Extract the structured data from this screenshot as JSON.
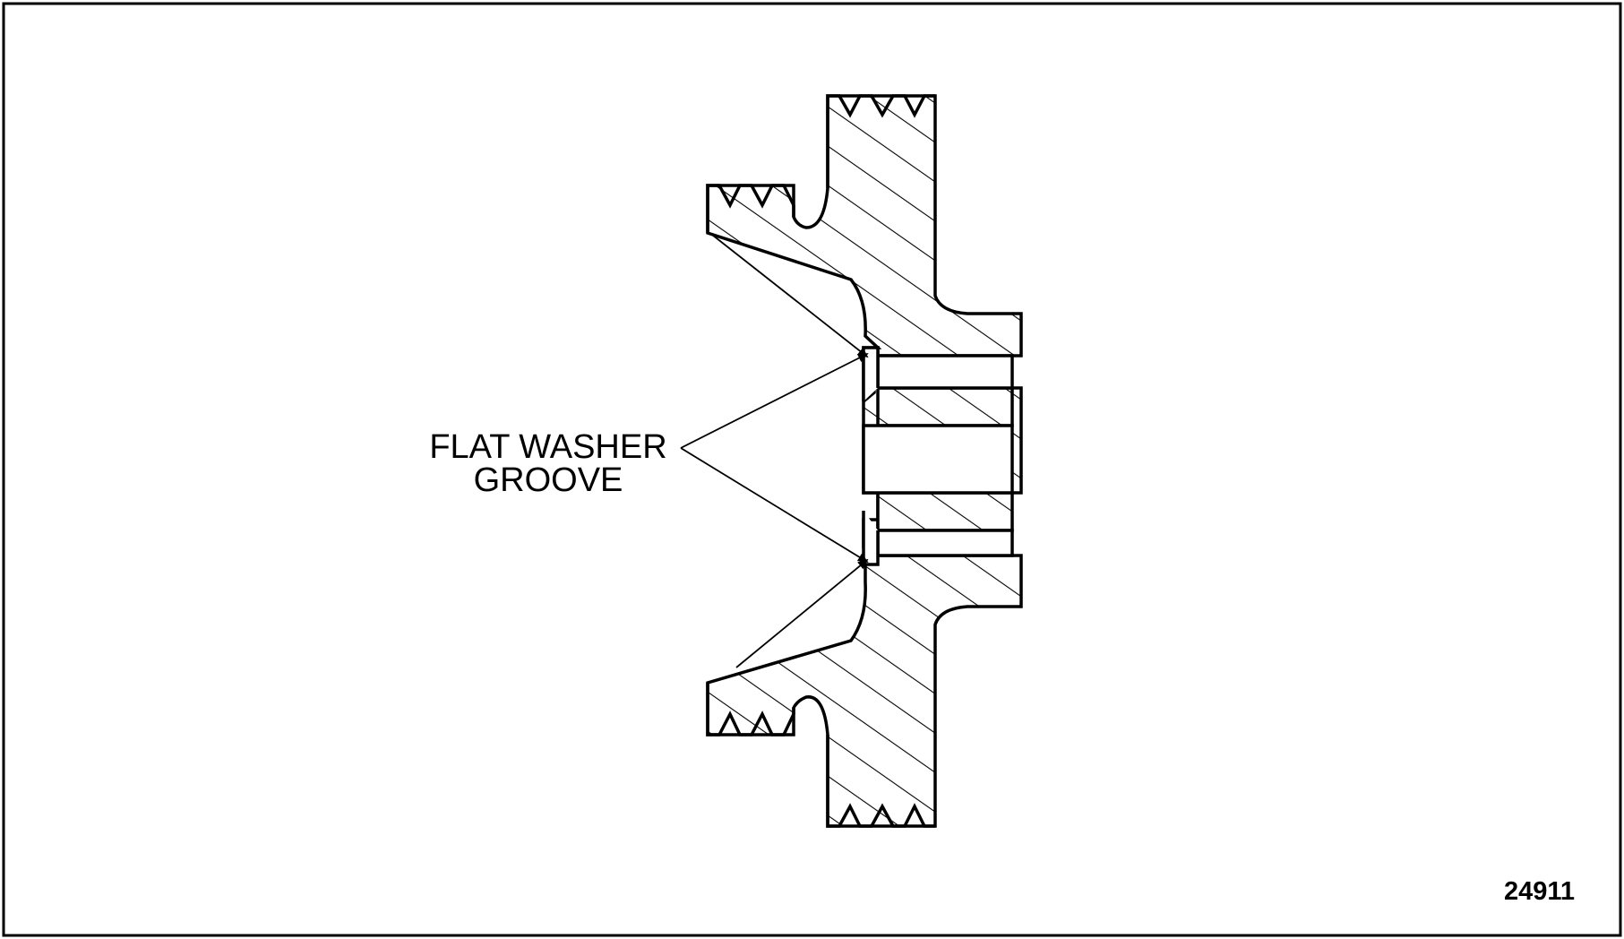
{
  "figure": {
    "callout_line1": "FLAT WASHER",
    "callout_line2": "GROOVE",
    "figure_number": "24911"
  },
  "colors": {
    "line": "#000000",
    "background": "#ffffff"
  }
}
